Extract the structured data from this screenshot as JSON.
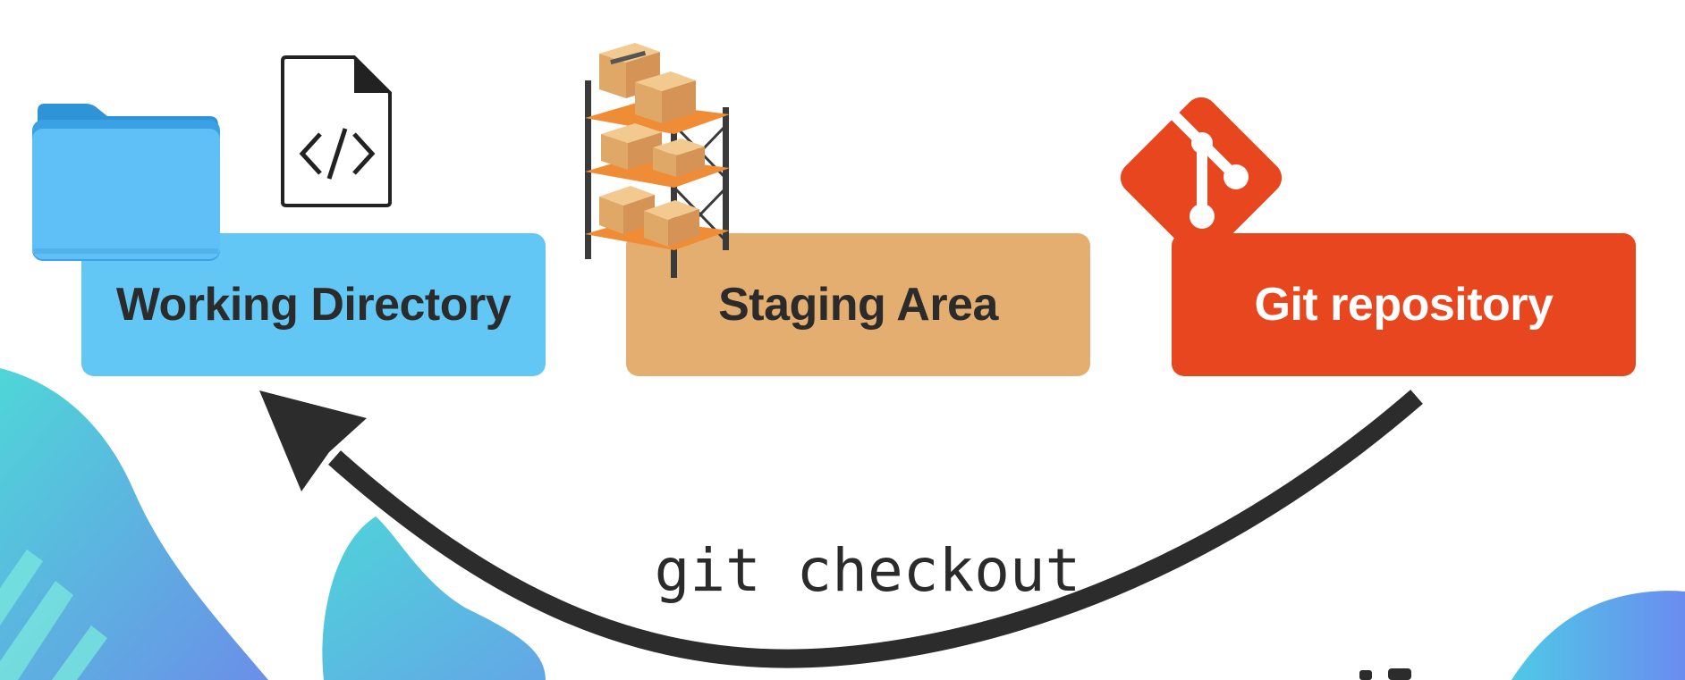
{
  "colors": {
    "working_box": "#62c7f5",
    "staging_box": "#e4ae70",
    "repo_box": "#e8461f",
    "arrow": "#2c2c2c",
    "blob_teal": "#4fd3da",
    "blob_blue": "#6c8fe8"
  },
  "diagram": {
    "working_directory": {
      "label": "Working Directory",
      "icons": [
        "folder-icon",
        "code-file-icon"
      ]
    },
    "staging_area": {
      "label": "Staging Area",
      "icons": [
        "warehouse-shelves-icon"
      ]
    },
    "git_repository": {
      "label": "Git repository",
      "icons": [
        "git-logo-icon"
      ]
    },
    "arrow": {
      "from": "Git repository",
      "to": "Working Directory",
      "command": "git checkout"
    }
  }
}
